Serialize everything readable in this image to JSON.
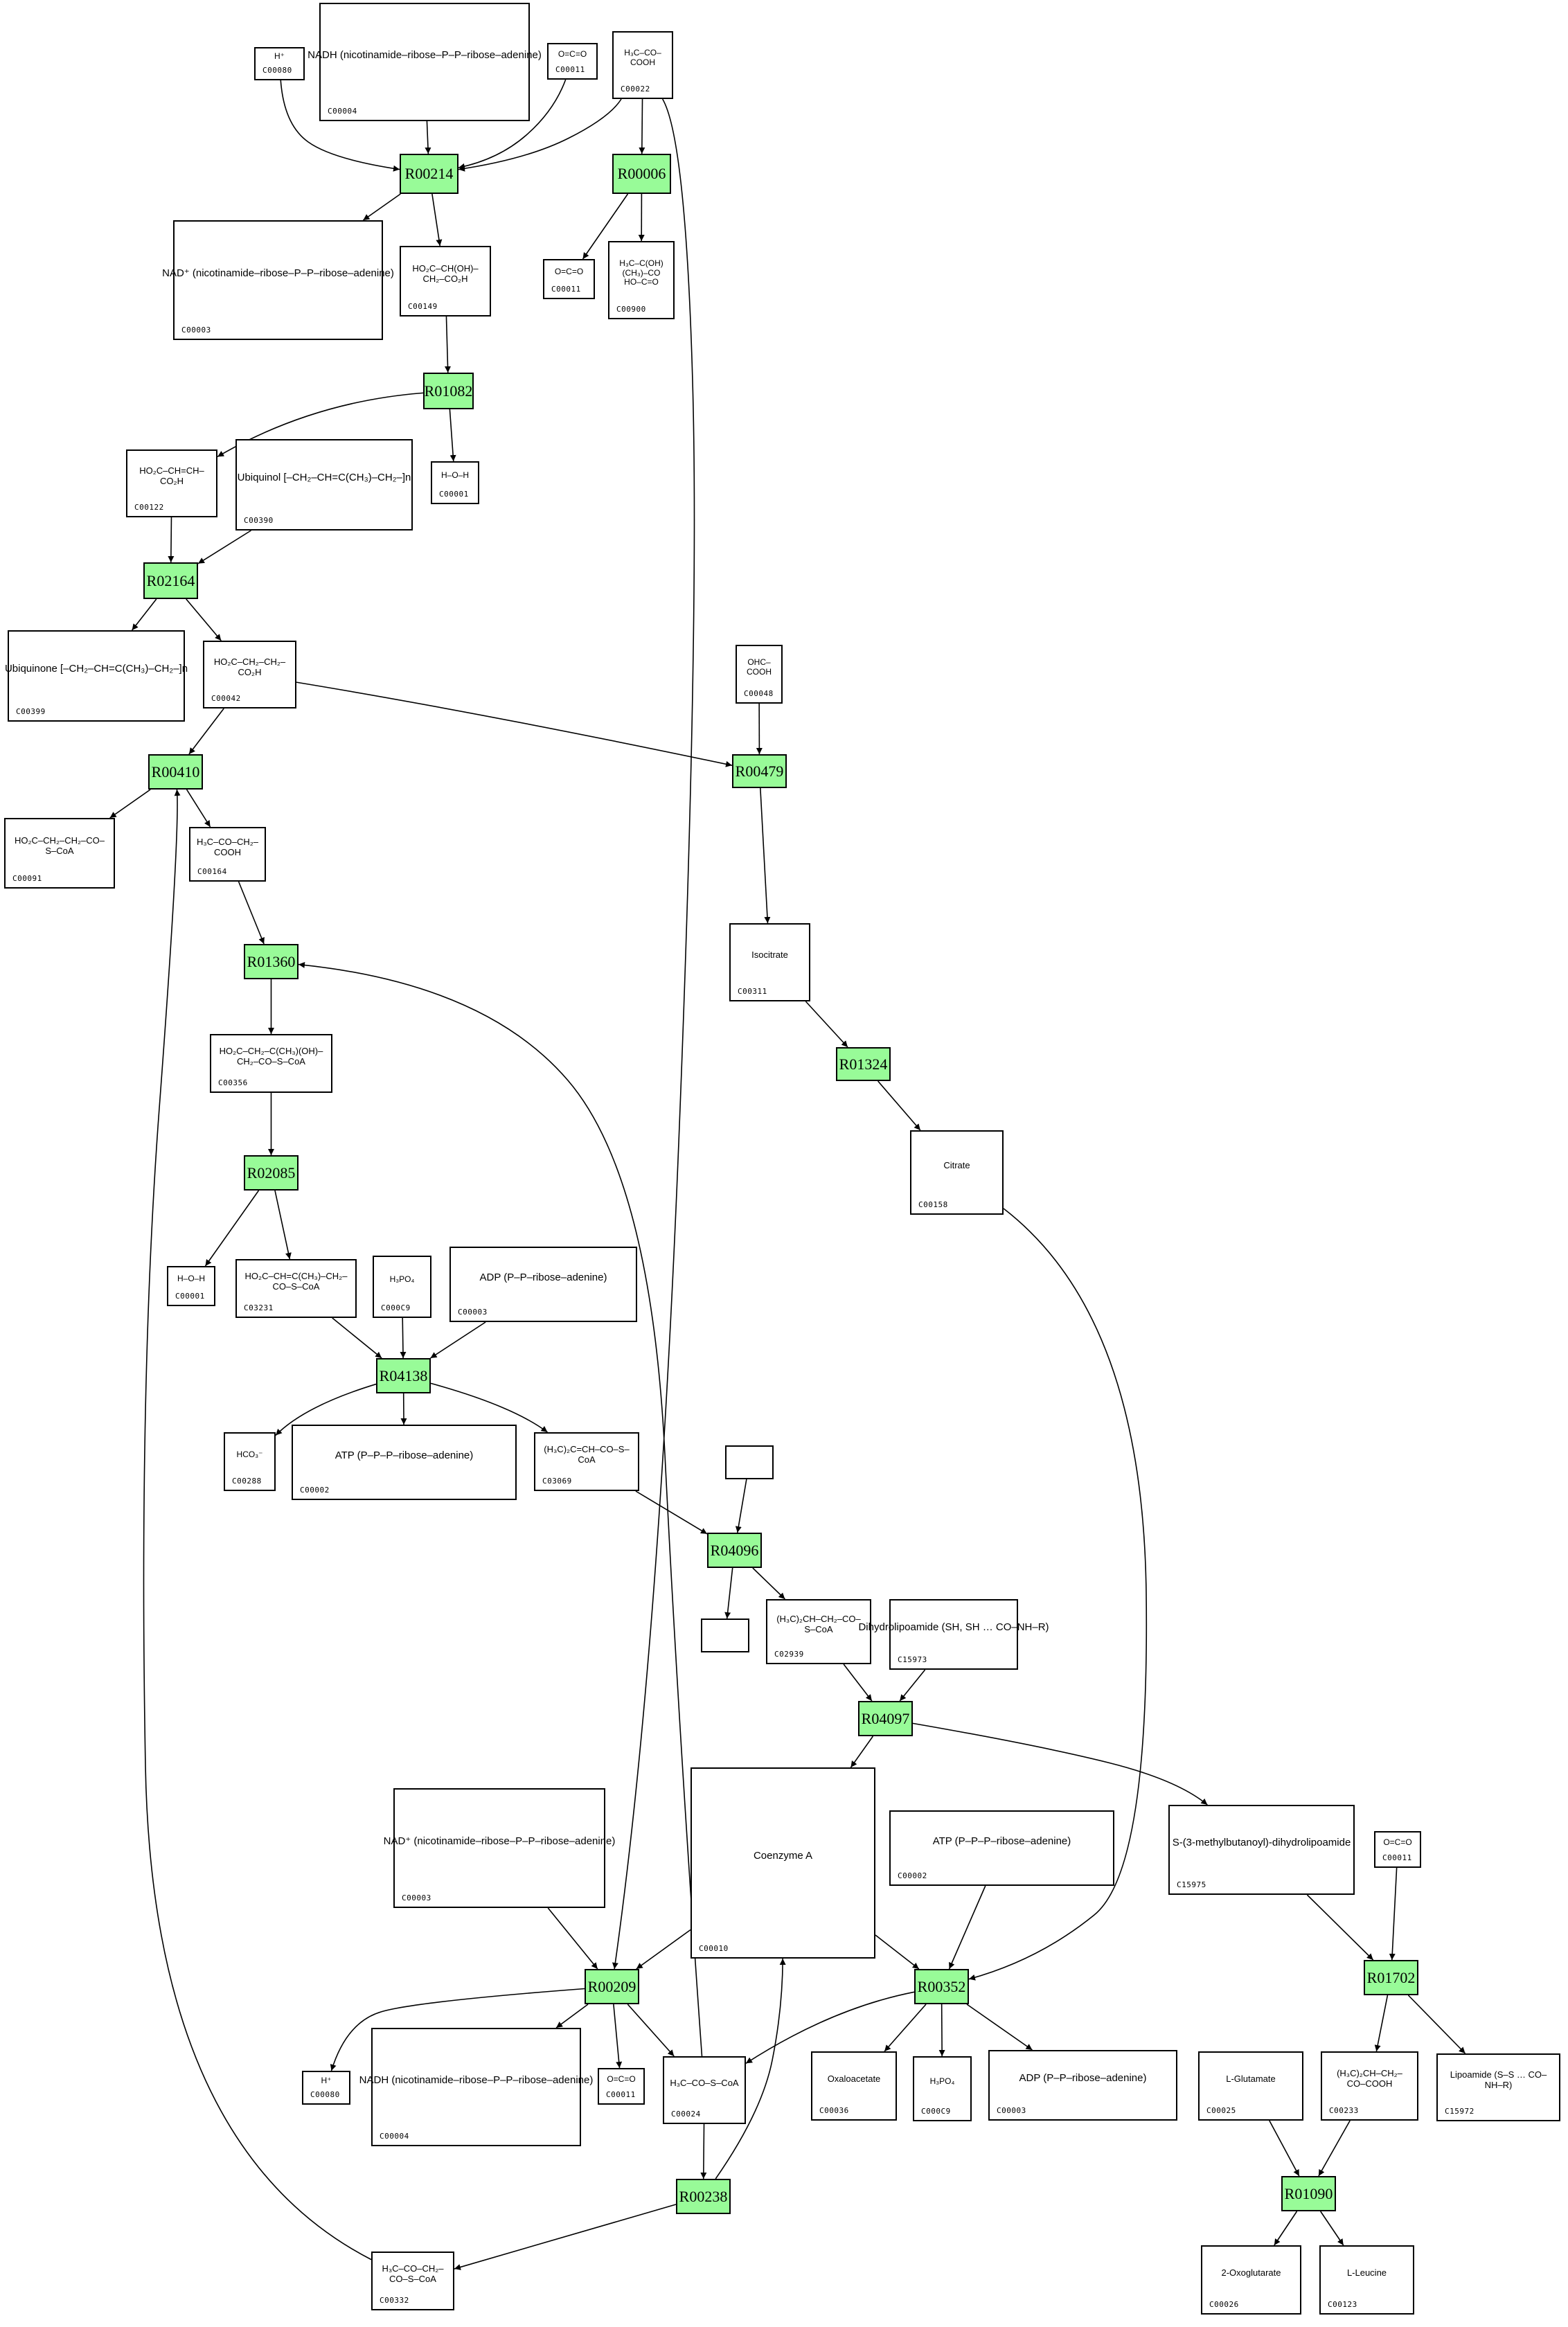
{
  "diagram": {
    "title": "",
    "reaction_color": "#98fb98",
    "reactions": [
      {
        "id": "n_R00214",
        "label": "R00214"
      },
      {
        "id": "n_R00006",
        "label": "R00006"
      },
      {
        "id": "n_R01082",
        "label": "R01082"
      },
      {
        "id": "n_R02164",
        "label": "R02164"
      },
      {
        "id": "n_R00410",
        "label": "R00410"
      },
      {
        "id": "n_R00479",
        "label": "R00479"
      },
      {
        "id": "n_R01360",
        "label": "R01360"
      },
      {
        "id": "n_R01324",
        "label": "R01324"
      },
      {
        "id": "n_R02085",
        "label": "R02085"
      },
      {
        "id": "n_R04138",
        "label": "R04138"
      },
      {
        "id": "n_R04096",
        "label": "R04096"
      },
      {
        "id": "n_R04097",
        "label": "R04097"
      },
      {
        "id": "n_R00209",
        "label": "R00209"
      },
      {
        "id": "n_R00352",
        "label": "R00352"
      },
      {
        "id": "n_R01702",
        "label": "R01702"
      },
      {
        "id": "n_R00238",
        "label": "R00238"
      },
      {
        "id": "n_R01090",
        "label": "R01090"
      }
    ],
    "compounds": [
      {
        "id": "c_h_top",
        "label": "C00080",
        "structure": "H⁺"
      },
      {
        "id": "c_nadh_top",
        "label": "C00004",
        "structure": "NADH (nicotinamide–ribose–P–P–ribose–adenine)"
      },
      {
        "id": "c_co2_top",
        "label": "C00011",
        "structure": "O=C=O"
      },
      {
        "id": "c_pyr",
        "label": "C00022",
        "structure": "H₃C–CO–COOH"
      },
      {
        "id": "c_nad_top",
        "label": "C00003",
        "structure": "NAD⁺ (nicotinamide–ribose–P–P–ribose–adenine)"
      },
      {
        "id": "c_malate",
        "label": "C00149",
        "structure": "HO₂C–CH(OH)–CH₂–CO₂H"
      },
      {
        "id": "c_co2_b",
        "label": "C00011",
        "structure": "O=C=O"
      },
      {
        "id": "c_c00900",
        "label": "C00900",
        "structure": "H₃C–C(OH)(CH₃)–CO\nHO–C=O"
      },
      {
        "id": "c_fumarate",
        "label": "C00122",
        "structure": "HO₂C–CH=CH–CO₂H"
      },
      {
        "id": "c_ubiquinol",
        "label": "C00390",
        "structure": "Ubiquinol [–CH₂–CH=C(CH₃)–CH₂–]n"
      },
      {
        "id": "c_h2o_a",
        "label": "C00001",
        "structure": "H–O–H"
      },
      {
        "id": "c_ubiquinone",
        "label": "C00399",
        "structure": "Ubiquinone [–CH₂–CH=C(CH₃)–CH₂–]n"
      },
      {
        "id": "c_succinate",
        "label": "C00042",
        "structure": "HO₂C–CH₂–CH₂–CO₂H"
      },
      {
        "id": "c_glyoxylate",
        "label": "C00048",
        "structure": "OHC–COOH"
      },
      {
        "id": "c_succcoa",
        "label": "C00091",
        "structure": "HO₂C–CH₂–CH₂–CO–S–CoA"
      },
      {
        "id": "c_acetoacetate",
        "label": "C00164",
        "structure": "H₃C–CO–CH₂–COOH"
      },
      {
        "id": "c_isocitrate",
        "label": "C00311",
        "structure": "Isocitrate"
      },
      {
        "id": "c_hmgcoa",
        "label": "C00356",
        "structure": "HO₂C–CH₂–C(CH₃)(OH)–CH₂–CO–S–CoA"
      },
      {
        "id": "c_citrate",
        "label": "C00158",
        "structure": "Citrate"
      },
      {
        "id": "c_h2o_b",
        "label": "C00001",
        "structure": "H–O–H"
      },
      {
        "id": "c_c03231",
        "label": "C03231",
        "structure": "HO₂C–CH=C(CH₃)–CH₂–CO–S–CoA"
      },
      {
        "id": "c_pi_a",
        "label": "C000C9",
        "structure": "H₃PO₄"
      },
      {
        "id": "c_adp_a",
        "label": "C00003",
        "structure": "ADP (P–P–ribose–adenine)"
      },
      {
        "id": "c_hco3",
        "label": "C00288",
        "structure": "HCO₃⁻"
      },
      {
        "id": "c_atp_a",
        "label": "C00002",
        "structure": "ATP (P–P–P–ribose–adenine)"
      },
      {
        "id": "c_c03069",
        "label": "C03069",
        "structure": "(H₃C)₂C=CH–CO–S–CoA"
      },
      {
        "id": "c_empty_in",
        "label": "",
        "structure": ""
      },
      {
        "id": "c_empty_out",
        "label": "",
        "structure": ""
      },
      {
        "id": "c_c02939",
        "label": "C02939",
        "structure": "(H₃C)₂CH–CH₂–CO–S–CoA"
      },
      {
        "id": "c_c15973",
        "label": "C15973",
        "structure": "Dihydrolipoamide (SH, SH … CO–NH–R)"
      },
      {
        "id": "c_coa",
        "label": "C00010",
        "structure": "Coenzyme A"
      },
      {
        "id": "c_atp_b",
        "label": "C00002",
        "structure": "ATP (P–P–P–ribose–adenine)"
      },
      {
        "id": "c_c15975",
        "label": "C15975",
        "structure": "S-(3-methylbutanoyl)-dihydrolipoamide"
      },
      {
        "id": "c_co2_c",
        "label": "C00011",
        "structure": "O=C=O"
      },
      {
        "id": "c_nad_b",
        "label": "C00003",
        "structure": "NAD⁺ (nicotinamide–ribose–P–P–ribose–adenine)"
      },
      {
        "id": "c_h_b",
        "label": "C00080",
        "structure": "H⁺"
      },
      {
        "id": "c_nadh_b",
        "label": "C00004",
        "structure": "NADH (nicotinamide–ribose–P–P–ribose–adenine)"
      },
      {
        "id": "c_co2_d",
        "label": "C00011",
        "structure": "O=C=O"
      },
      {
        "id": "c_acetylcoa",
        "label": "C00024",
        "structure": "H₃C–CO–S–CoA"
      },
      {
        "id": "c_oaa",
        "label": "C00036",
        "structure": "Oxaloacetate"
      },
      {
        "id": "c_pi_b",
        "label": "C000C9",
        "structure": "H₃PO₄"
      },
      {
        "id": "c_adp_b",
        "label": "C00003",
        "structure": "ADP (P–P–ribose–adenine)"
      },
      {
        "id": "c_glu",
        "label": "C00025",
        "structure": "L-Glutamate"
      },
      {
        "id": "c_c00233",
        "label": "C00233",
        "structure": "(H₃C)₂CH–CH₂–CO–COOH"
      },
      {
        "id": "c_lipoamide",
        "label": "C15972",
        "structure": "Lipoamide (S–S … CO–NH–R)"
      },
      {
        "id": "c_acacoa",
        "label": "C00332",
        "structure": "H₃C–CO–CH₂–CO–S–CoA"
      },
      {
        "id": "c_akg",
        "label": "C00026",
        "structure": "2-Oxoglutarate"
      },
      {
        "id": "c_leu",
        "label": "C00123",
        "structure": "L-Leucine"
      }
    ],
    "edges": [
      [
        "c_h_top",
        "n_R00214"
      ],
      [
        "c_nadh_top",
        "n_R00214"
      ],
      [
        "c_co2_top",
        "n_R00214"
      ],
      [
        "c_pyr",
        "n_R00214"
      ],
      [
        "n_R00214",
        "c_nad_top"
      ],
      [
        "n_R00214",
        "c_malate"
      ],
      [
        "c_pyr",
        "n_R00006"
      ],
      [
        "n_R00006",
        "c_co2_b"
      ],
      [
        "n_R00006",
        "c_c00900"
      ],
      [
        "c_pyr",
        "n_R00209"
      ],
      [
        "c_malate",
        "n_R01082"
      ],
      [
        "n_R01082",
        "c_fumarate"
      ],
      [
        "n_R01082",
        "c_h2o_a"
      ],
      [
        "c_fumarate",
        "n_R02164"
      ],
      [
        "c_ubiquinol",
        "n_R02164"
      ],
      [
        "n_R02164",
        "c_ubiquinone"
      ],
      [
        "n_R02164",
        "c_succinate"
      ],
      [
        "c_succinate",
        "n_R00410"
      ],
      [
        "c_succinate",
        "n_R00479"
      ],
      [
        "c_glyoxylate",
        "n_R00479"
      ],
      [
        "c_acacoa",
        "n_R00410"
      ],
      [
        "n_R00410",
        "c_succcoa"
      ],
      [
        "n_R00410",
        "c_acetoacetate"
      ],
      [
        "c_acetoacetate",
        "n_R01360"
      ],
      [
        "c_acetylcoa",
        "n_R01360"
      ],
      [
        "n_R00479",
        "c_isocitrate"
      ],
      [
        "c_isocitrate",
        "n_R01324"
      ],
      [
        "n_R01324",
        "c_citrate"
      ],
      [
        "c_citrate",
        "n_R00352"
      ],
      [
        "n_R01360",
        "c_hmgcoa"
      ],
      [
        "c_hmgcoa",
        "n_R02085"
      ],
      [
        "n_R02085",
        "c_h2o_b"
      ],
      [
        "n_R02085",
        "c_c03231"
      ],
      [
        "c_c03231",
        "n_R04138"
      ],
      [
        "c_pi_a",
        "n_R04138"
      ],
      [
        "c_adp_a",
        "n_R04138"
      ],
      [
        "n_R04138",
        "c_hco3"
      ],
      [
        "n_R04138",
        "c_atp_a"
      ],
      [
        "n_R04138",
        "c_c03069"
      ],
      [
        "c_c03069",
        "n_R04096"
      ],
      [
        "c_empty_in",
        "n_R04096"
      ],
      [
        "n_R04096",
        "c_empty_out"
      ],
      [
        "n_R04096",
        "c_c02939"
      ],
      [
        "c_c02939",
        "n_R04097"
      ],
      [
        "c_c15973",
        "n_R04097"
      ],
      [
        "n_R04097",
        "c_coa"
      ],
      [
        "n_R04097",
        "c_c15975"
      ],
      [
        "c_nad_b",
        "n_R00209"
      ],
      [
        "c_coa",
        "n_R00209"
      ],
      [
        "c_coa",
        "n_R00352"
      ],
      [
        "c_atp_b",
        "n_R00352"
      ],
      [
        "c_c15975",
        "n_R01702"
      ],
      [
        "c_co2_c",
        "n_R01702"
      ],
      [
        "n_R00209",
        "c_h_b"
      ],
      [
        "n_R00209",
        "c_nadh_b"
      ],
      [
        "n_R00209",
        "c_co2_d"
      ],
      [
        "n_R00209",
        "c_acetylcoa"
      ],
      [
        "n_R00352",
        "c_acetylcoa"
      ],
      [
        "n_R00352",
        "c_oaa"
      ],
      [
        "n_R00352",
        "c_pi_b"
      ],
      [
        "n_R00352",
        "c_adp_b"
      ],
      [
        "n_R01702",
        "c_c00233"
      ],
      [
        "n_R01702",
        "c_lipoamide"
      ],
      [
        "c_acetylcoa",
        "n_R00238"
      ],
      [
        "n_R00238",
        "c_acacoa"
      ],
      [
        "n_R00238",
        "c_coa"
      ],
      [
        "c_glu",
        "n_R01090"
      ],
      [
        "c_c00233",
        "n_R01090"
      ],
      [
        "n_R01090",
        "c_akg"
      ],
      [
        "n_R01090",
        "c_leu"
      ]
    ]
  }
}
